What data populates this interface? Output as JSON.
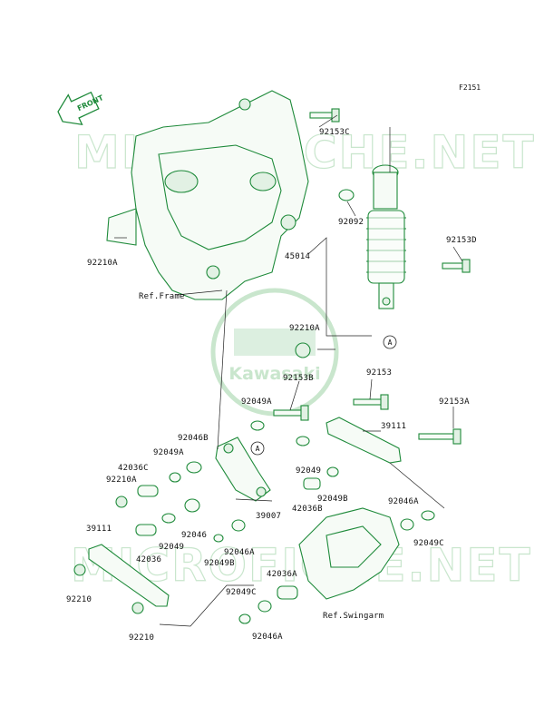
{
  "figure_code": "F2151",
  "front_label": "FRONT",
  "watermark_text": "MICROFICHE.NET",
  "logo_text": "Kawasaki",
  "ref_labels": [
    "Ref.Frame",
    "Ref.Swingarm"
  ],
  "callout": "A",
  "parts": [
    "92153C",
    "92092",
    "92153D",
    "45014",
    "92210A",
    "92210A",
    "92153B",
    "92153",
    "92049A",
    "92153A",
    "92046B",
    "39111",
    "92049A",
    "42036C",
    "92049",
    "92210A",
    "92049B",
    "39007",
    "42036B",
    "92046A",
    "92046",
    "39111",
    "92049",
    "92049C",
    "42036",
    "92046A",
    "92049B",
    "42036A",
    "92210",
    "92049C",
    "92210",
    "92046A"
  ],
  "colors": {
    "line": "#1e8a3a",
    "fill": "#f6fbf6",
    "watermark": "#c9e6cd",
    "text": "#111111"
  }
}
